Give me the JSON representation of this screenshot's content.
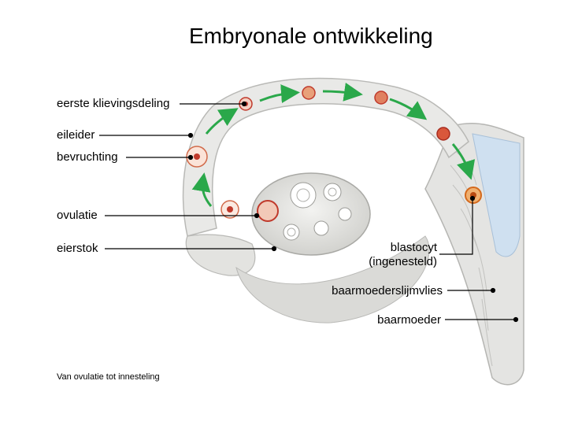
{
  "title": "Embryonale ontwikkeling",
  "labels": {
    "eerste_klievingsdeling": "eerste klievingsdeling",
    "eileider": "eileider",
    "bevruchting": "bevruchting",
    "ovulatie": "ovulatie",
    "eierstok": "eierstok",
    "blastocyt_line1": "blastocyt",
    "blastocyt_line2": "(ingenesteld)",
    "baarmoederslijmvlies": "baarmoederslijmvlies",
    "baarmoeder": "baarmoeder"
  },
  "caption": "Van ovulatie tot innesteling",
  "colors": {
    "tube": "#e9e9e7",
    "tube_edge": "#b9b9b6",
    "uterus_cavity": "#cfe0f0",
    "arrow": "#2aa84a",
    "cell": "#c0392b",
    "blastocyst": "#d4691c",
    "leader": "#000000"
  }
}
